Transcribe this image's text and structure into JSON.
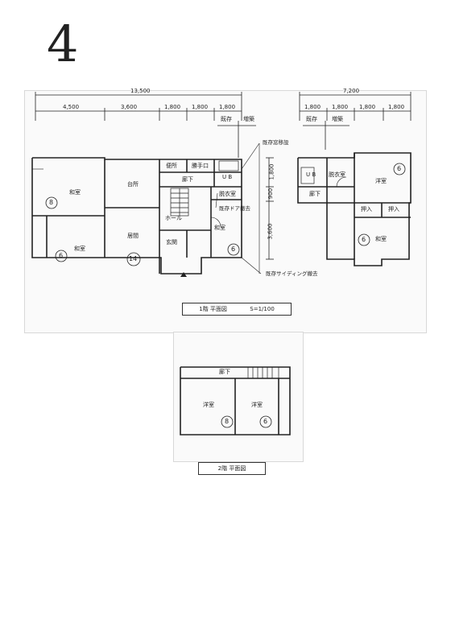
{
  "page_mark": "4",
  "floor1": {
    "title": "1階 平面図",
    "scale": "S=1/100",
    "dims_top": {
      "total": "13,500",
      "segments": [
        "4,500",
        "3,600",
        "1,800",
        "1,800",
        "1,800"
      ]
    },
    "rooms": {
      "washitsu_8": "和室",
      "washitsu_6": "和室",
      "kitchen": "台所",
      "living": "居間",
      "benjo": "便所",
      "katteguchi": "勝手口",
      "roka": "廊下",
      "ub": "U B",
      "sentakushitsu": "脱衣室",
      "hall": "ホール",
      "genkan": "玄関",
      "washitsu_right": "和室"
    },
    "mats": {
      "washitsu_8": "8",
      "washitsu_6": "6",
      "living": "14",
      "washitsu_right": "6"
    },
    "notes": {
      "window": "既存窓移設",
      "door": "既存ドア撤去",
      "siding": "既存サイディング撤去"
    },
    "kizon_zochiku": [
      "既存",
      "増築"
    ]
  },
  "annex": {
    "dims_top": {
      "total": "7,200",
      "segments": [
        "1,800",
        "1,800",
        "1,800",
        "1,800"
      ]
    },
    "dims_left": [
      "1,800",
      "900",
      "3,600"
    ],
    "kizon_zochiku": [
      "既存",
      "増築"
    ],
    "rooms": {
      "ub": "U B",
      "sentakushitsu": "脱衣室",
      "yoshitsu": "洋室",
      "roka": "廊下",
      "oshiire1": "押入",
      "oshiire2": "押入",
      "washitsu": "和室"
    },
    "mats": {
      "yoshitsu": "6",
      "washitsu": "6"
    }
  },
  "floor2": {
    "title": "2階 平面図",
    "rooms": {
      "roka": "廊下",
      "yoshitsu_left": "洋室",
      "yoshitsu_right": "洋室"
    },
    "mats": {
      "yoshitsu_left": "8",
      "yoshitsu_right": "6"
    }
  }
}
